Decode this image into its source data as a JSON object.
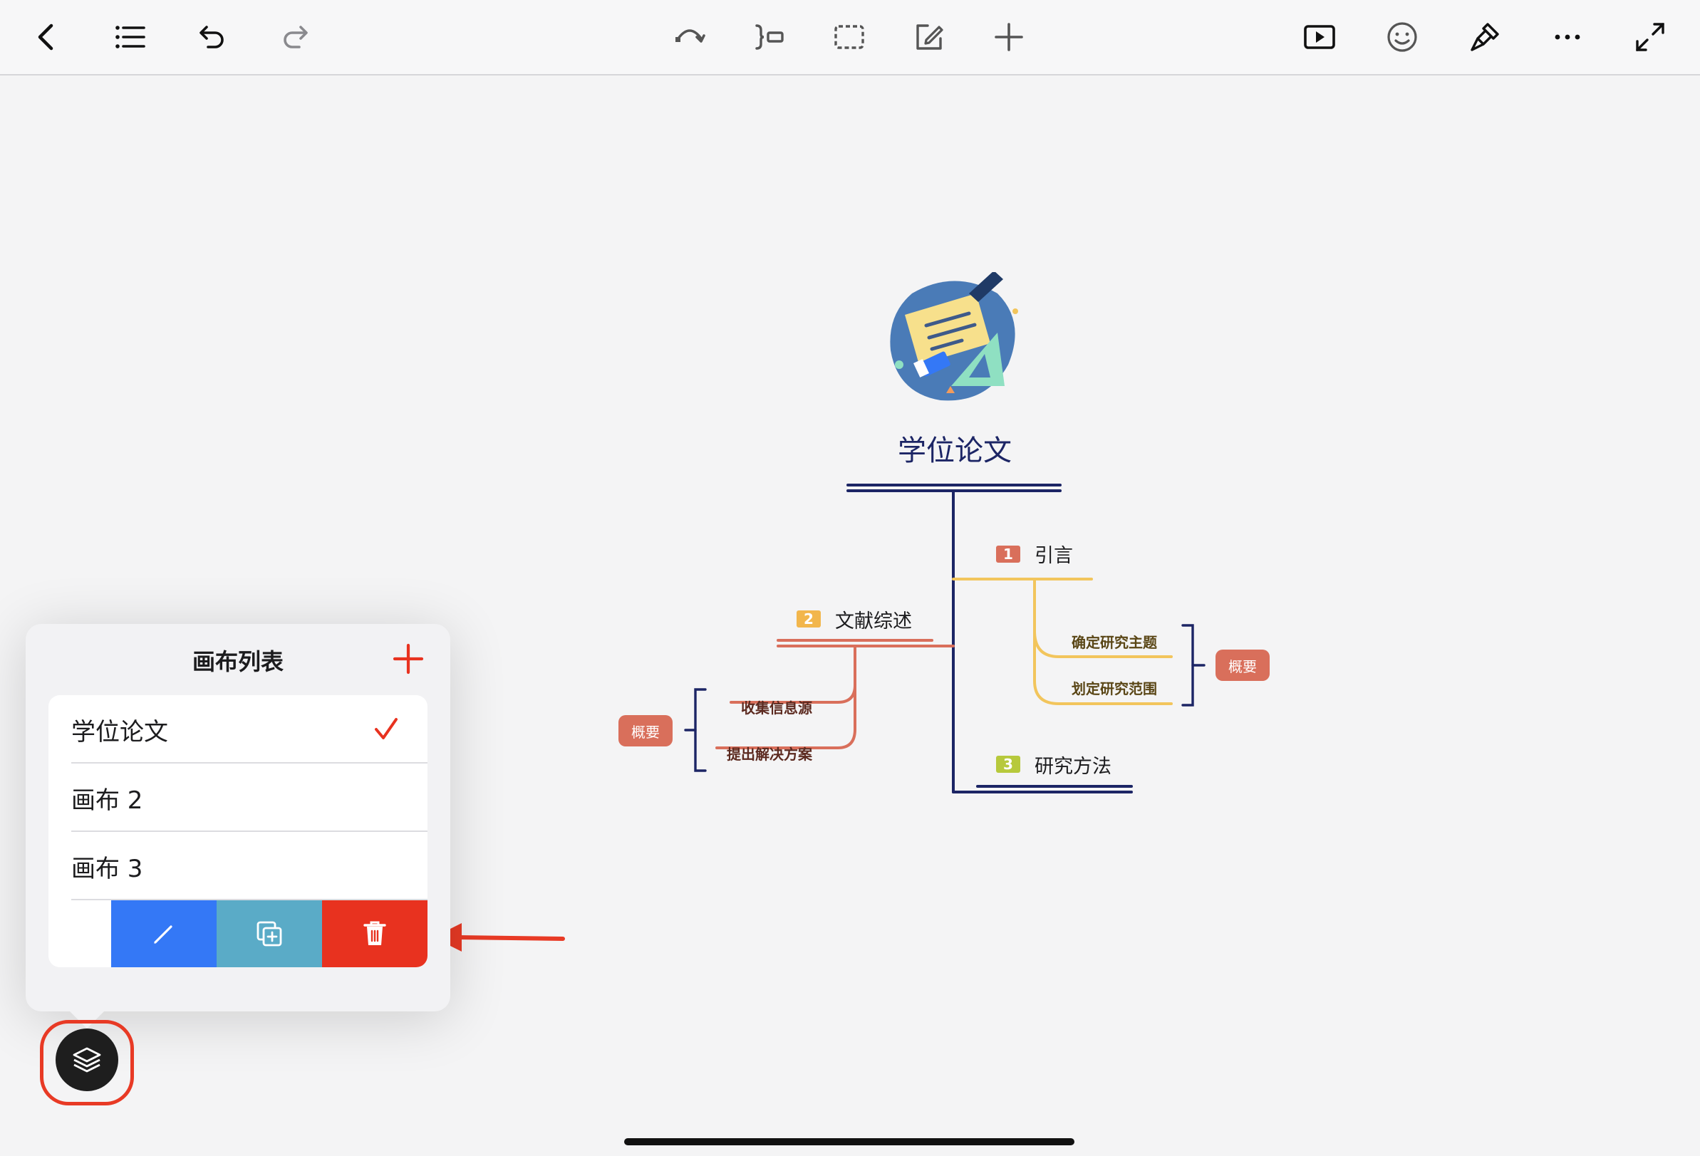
{
  "toolbar": {
    "left": [
      "back-icon",
      "outline-list-icon",
      "undo-icon",
      "redo-icon"
    ],
    "center": [
      "relationship-icon",
      "summary-icon",
      "boundary-icon",
      "note-icon",
      "add-icon"
    ],
    "right": [
      "play-icon",
      "emoji-icon",
      "format-brush-icon",
      "more-icon",
      "fullscreen-icon"
    ]
  },
  "mindmap": {
    "central_topic": "学位论文",
    "topics": [
      {
        "number": "1",
        "label": "引言",
        "color": "#f2c55c",
        "subtopics": [
          "确定研究主题",
          "划定研究范围"
        ],
        "summary": "概要"
      },
      {
        "number": "2",
        "label": "文献综述",
        "color": "#d96f5b",
        "subtopics": [
          "收集信息源",
          "提出解决方案"
        ],
        "summary": "概要"
      },
      {
        "number": "3",
        "label": "研究方法",
        "color": "#2b3a7a",
        "subtopics": []
      }
    ]
  },
  "canvas_panel": {
    "title": "画布列表",
    "items": [
      {
        "label": "学位论文",
        "selected": true
      },
      {
        "label": "画布 2",
        "selected": false
      },
      {
        "label": "画布 3",
        "selected": false
      }
    ],
    "swipe_actions": [
      {
        "name": "rename",
        "icon": "pencil-icon",
        "color": "#3478f6"
      },
      {
        "name": "duplicate",
        "icon": "duplicate-icon",
        "color": "#5aabc7"
      },
      {
        "name": "delete",
        "icon": "trash-icon",
        "color": "#e8321f"
      }
    ]
  },
  "colors": {
    "accent": "#e8321f",
    "navy": "#1c2565"
  }
}
